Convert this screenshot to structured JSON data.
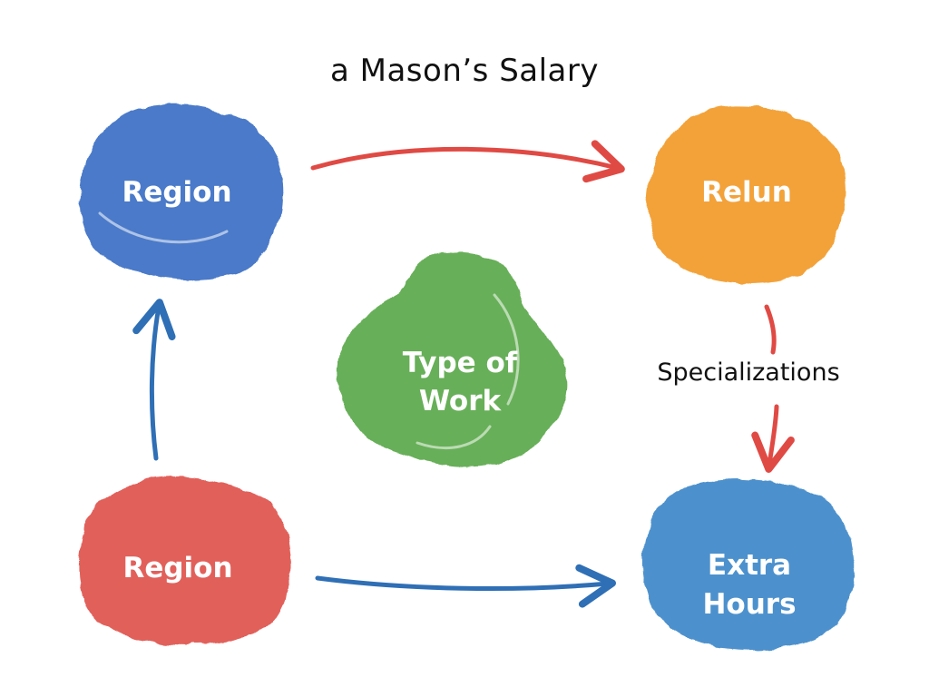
{
  "title": "a Mason’s Salary",
  "nodes": {
    "top_left": {
      "label": "Region",
      "color": "#3b6fc4"
    },
    "top_right": {
      "label": "Relun",
      "color": "#f29a26"
    },
    "center": {
      "line1": "Type of",
      "line2": "Work",
      "color": "#5aa84a"
    },
    "bottom_left": {
      "label": "Region",
      "color": "#e0514c"
    },
    "bottom_right": {
      "line1": "Extra",
      "line2": "Hours",
      "color": "#3d88c9"
    }
  },
  "edge_label": "Specializations",
  "colors": {
    "red_arrow": "#e04a44",
    "blue_arrow": "#2f6fb5"
  }
}
